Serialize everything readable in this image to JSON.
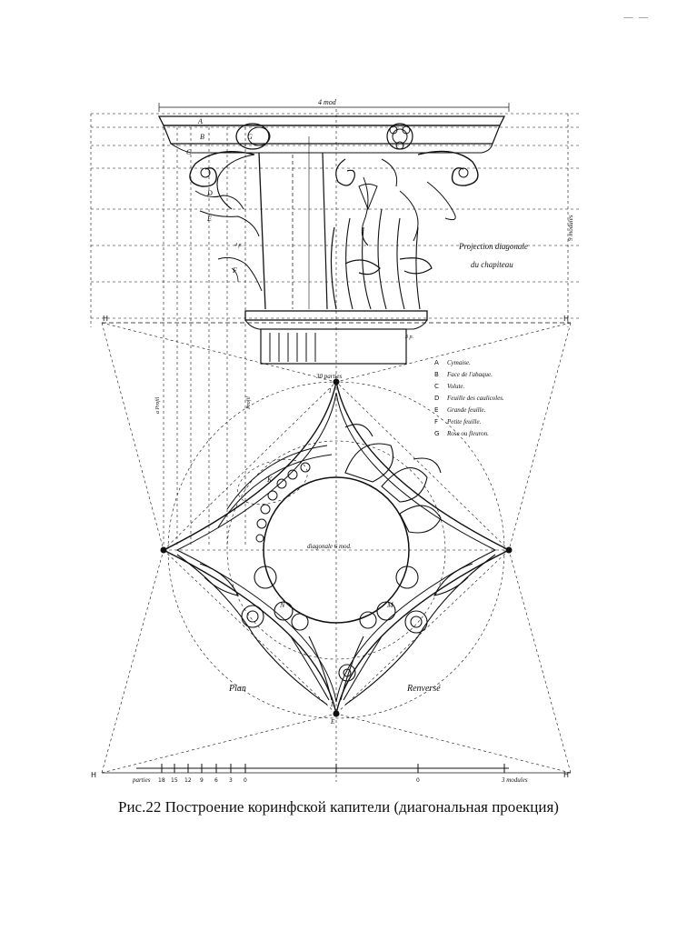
{
  "caption": "Рис.22 Построение коринфской капители (диагональная проекция)",
  "corner_marks": "— —",
  "top_dimension": "4 mod",
  "title_lines": [
    "Projection diagonale",
    "du chapiteau"
  ],
  "legend": [
    {
      "key": "A",
      "text": "Cymaise."
    },
    {
      "key": "B",
      "text": "Face de l'abaque."
    },
    {
      "key": "C",
      "text": "Volute."
    },
    {
      "key": "D",
      "text": "Feuille des caulicoles."
    },
    {
      "key": "E",
      "text": "Grande feuille."
    },
    {
      "key": "F",
      "text": "Petite feuille."
    },
    {
      "key": "G",
      "text": "Rose ou fleuron."
    }
  ],
  "elevation_letters": [
    "A",
    "B",
    "C",
    "D",
    "E",
    "F",
    "G"
  ],
  "plan_letters": {
    "K": "K",
    "N": "N",
    "M": "M",
    "L": "L",
    "I": "I",
    "E": "E"
  },
  "plan_label": "Plan",
  "reversed_label": "Renversé",
  "diagonal_label": "diagonale 6 mod.",
  "parties_top": "30 parties",
  "scale_left": "parties",
  "scale_numbers": [
    "18",
    "15",
    "12",
    "9",
    "6",
    "3",
    "0"
  ],
  "scale_mid": "0",
  "scale_right": "3 modules",
  "side_label_right": "9 modules",
  "h_label": "H",
  "small_dims": [
    "2 p.",
    "3 p.",
    "4 p.",
    "a Profil",
    "Profil"
  ]
}
